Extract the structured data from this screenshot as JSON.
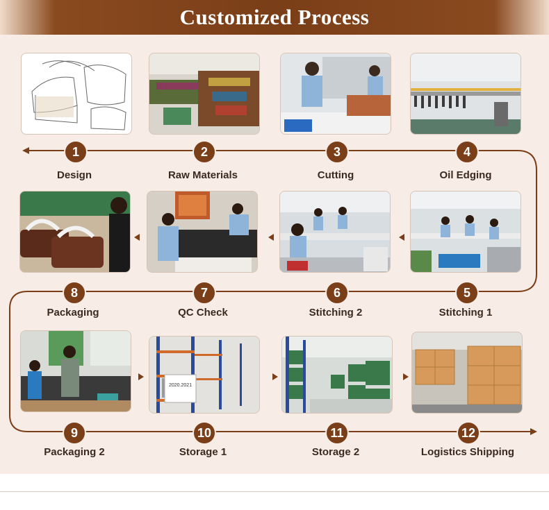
{
  "header": {
    "title": "Customized Process"
  },
  "steps": [
    {
      "n": "1",
      "label": "Design",
      "icon": "sketch-drawing"
    },
    {
      "n": "2",
      "label": "Raw Materials",
      "icon": "leather-stacks"
    },
    {
      "n": "3",
      "label": "Cutting",
      "icon": "worker-cutting"
    },
    {
      "n": "4",
      "label": "Oil Edging",
      "icon": "drying-line"
    },
    {
      "n": "5",
      "label": "Stitching 1",
      "icon": "sewing-workshop"
    },
    {
      "n": "6",
      "label": "Stitching 2",
      "icon": "sewing-workshop"
    },
    {
      "n": "7",
      "label": "QC Check",
      "icon": "inspection-table"
    },
    {
      "n": "8",
      "label": "Packaging",
      "icon": "bags-packaging"
    },
    {
      "n": "9",
      "label": "Packaging 2",
      "icon": "packing-workers"
    },
    {
      "n": "10",
      "label": "Storage 1",
      "icon": "warehouse-shelves"
    },
    {
      "n": "11",
      "label": "Storage 2",
      "icon": "warehouse-bales"
    },
    {
      "n": "12",
      "label": "Logistics Shipping",
      "icon": "carton-boxes"
    }
  ],
  "storage_note": "2020.2021",
  "colors": {
    "accent": "#7a3e18",
    "panel": "#f7ece6",
    "line": "#7a3e18"
  }
}
